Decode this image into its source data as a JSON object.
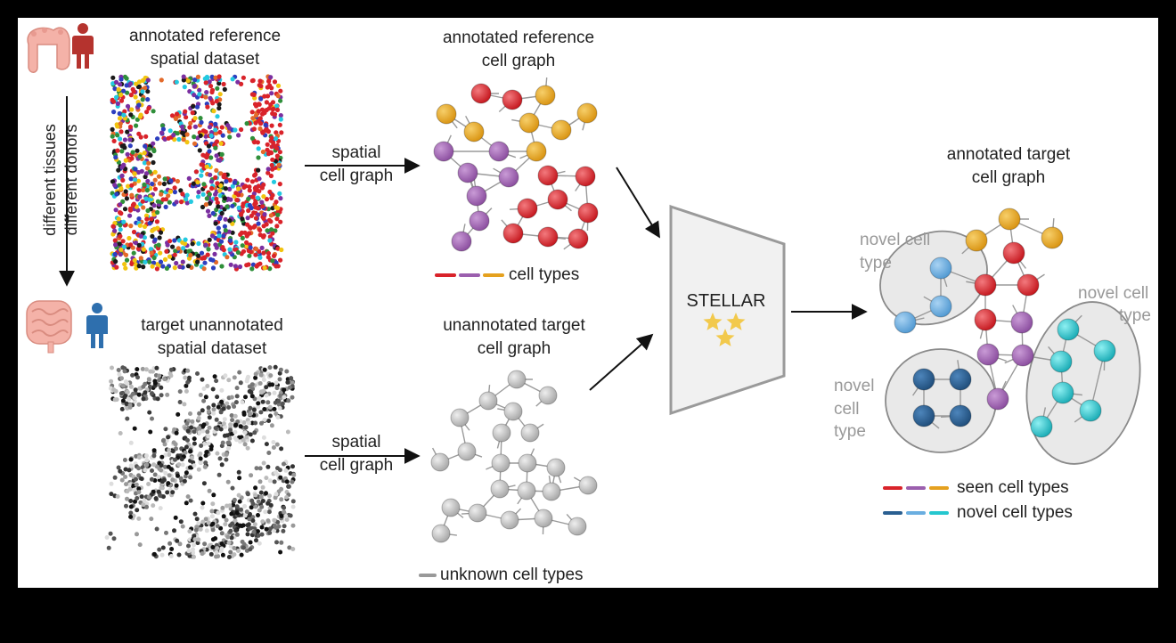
{
  "labels": {
    "ref_dataset_line1": "annotated  reference",
    "ref_dataset_line2": "spatial dataset",
    "target_dataset_line1": "target unannotated",
    "target_dataset_line2": "spatial dataset",
    "ref_graph_line1": "annotated reference",
    "ref_graph_line2": "cell graph",
    "target_graph_line1": "unannotated target",
    "target_graph_line2": "cell graph",
    "annotated_target_line1": "annotated target",
    "annotated_target_line2": "cell graph",
    "spatial_arrow_line1": "spatial",
    "spatial_arrow_line2": "cell graph",
    "side_line1": "different tissues",
    "side_line2": "different donors",
    "model_name": "STELLAR",
    "novel_cell_type_1a": "novel cell",
    "novel_cell_type_1b": "type",
    "novel_cell_type_2a": "novel cell",
    "novel_cell_type_2b": "type",
    "novel_cell_type_3a": "novel",
    "novel_cell_type_3b": "cell",
    "novel_cell_type_3c": "type"
  },
  "legends": {
    "ref": "cell types",
    "target": "unknown cell types",
    "seen": "seen cell types",
    "novel": "novel cell types"
  },
  "colors": {
    "red": "#d9232a",
    "purple": "#9b5fae",
    "orange": "#e5a11f",
    "gray": "#b8b8b8",
    "dark_blue": "#2a5f91",
    "light_blue": "#6aaee0",
    "cyan": "#25c7cf",
    "human_red": "#b5332e",
    "human_blue": "#2e6fae",
    "organ": "#f0a9a0",
    "star": "#f2c94c"
  },
  "icons": {
    "organ_top": "colon-icon",
    "human_top": "person-icon",
    "organ_bottom": "intestine-icon",
    "human_bottom": "person-icon",
    "stars": "star-icon"
  }
}
